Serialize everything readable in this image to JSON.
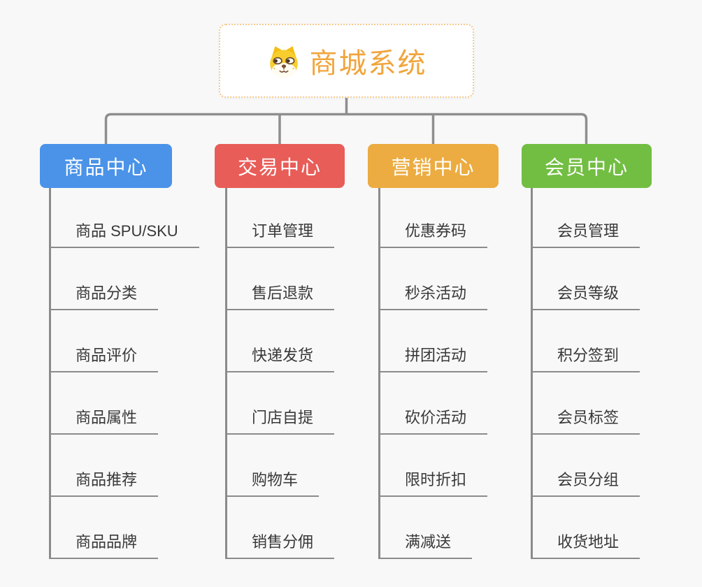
{
  "root": {
    "title": "商城系统",
    "icon": "dog-face-icon",
    "title_color": "#F0A53C",
    "border_color": "#F6C98E"
  },
  "connector_color": "#8E8E8E",
  "background_color": "#F8F8F8",
  "branches": [
    {
      "label": "商品中心",
      "color": "#4A93E8",
      "items": [
        "商品 SPU/SKU",
        "商品分类",
        "商品评价",
        "商品属性",
        "商品推荐",
        "商品品牌"
      ]
    },
    {
      "label": "交易中心",
      "color": "#E85D58",
      "items": [
        "订单管理",
        "售后退款",
        "快递发货",
        "门店自提",
        "购物车",
        "销售分佣"
      ]
    },
    {
      "label": "营销中心",
      "color": "#ECAC41",
      "items": [
        "优惠券码",
        "秒杀活动",
        "拼团活动",
        "砍价活动",
        "限时折扣",
        "满减送"
      ]
    },
    {
      "label": "会员中心",
      "color": "#72BE43",
      "items": [
        "会员管理",
        "会员等级",
        "积分签到",
        "会员标签",
        "会员分组",
        "收货地址"
      ]
    }
  ]
}
